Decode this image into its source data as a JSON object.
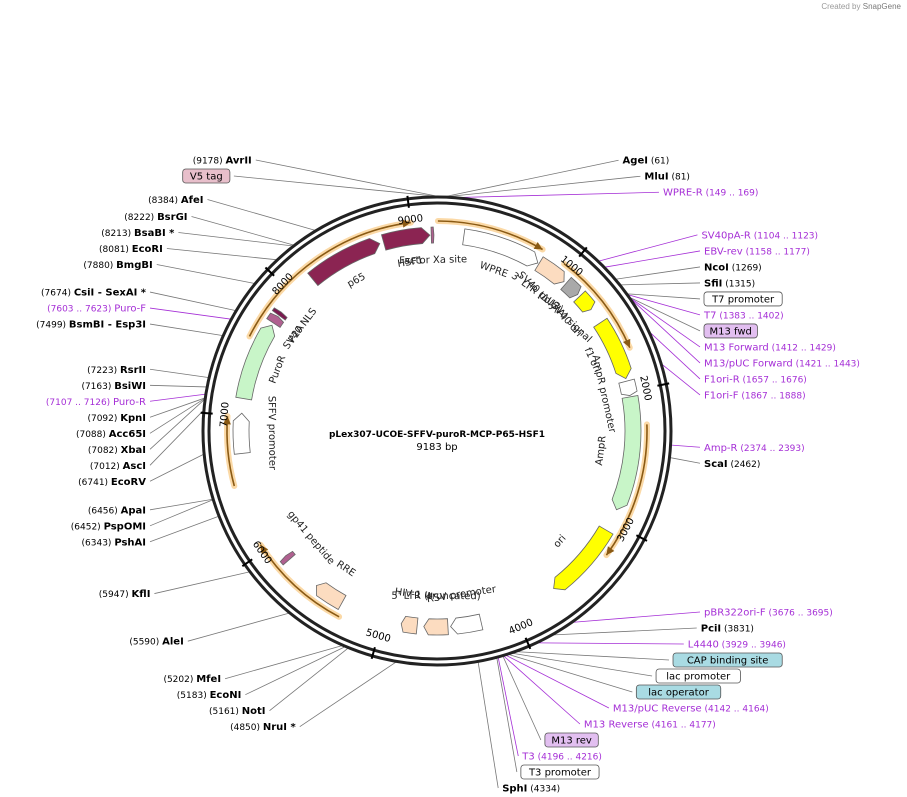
{
  "credit": {
    "prefix": "Created by",
    "brand": "SnapGene"
  },
  "plasmid": {
    "name": "pLex307-UCOE-SFFV-puroR-MCP-P65-HSF1",
    "size_label": "9183 bp",
    "length": 9183
  },
  "ticks": [
    {
      "label": "1000",
      "pos": 1000
    },
    {
      "label": "2000",
      "pos": 2000
    },
    {
      "label": "3000",
      "pos": 3000
    },
    {
      "label": "4000",
      "pos": 4000
    },
    {
      "label": "5000",
      "pos": 5000
    },
    {
      "label": "6000",
      "pos": 6000
    },
    {
      "label": "7000",
      "pos": 7000
    },
    {
      "label": "8000",
      "pos": 8000
    },
    {
      "label": "9000",
      "pos": 9000
    }
  ],
  "enzymes": [
    {
      "name": "AgeI",
      "pos_label": "(61)",
      "pos": 61
    },
    {
      "name": "MluI",
      "pos_label": "(81)",
      "pos": 81
    },
    {
      "name": "NcoI",
      "pos_label": "(1269)",
      "pos": 1269
    },
    {
      "name": "SfiI",
      "pos_label": "(1315)",
      "pos": 1315
    },
    {
      "name": "ScaI",
      "pos_label": "(2462)",
      "pos": 2462
    },
    {
      "name": "PciI",
      "pos_label": "(3831)",
      "pos": 3831
    },
    {
      "name": "SphI",
      "pos_label": "(4334)",
      "pos": 4334
    },
    {
      "name": "NruI *",
      "pos_label": "(4850)",
      "pos": 4850
    },
    {
      "name": "NotI",
      "pos_label": "(5161)",
      "pos": 5161
    },
    {
      "name": "EcoNI",
      "pos_label": "(5183)",
      "pos": 5183
    },
    {
      "name": "MfeI",
      "pos_label": "(5202)",
      "pos": 5202
    },
    {
      "name": "AleI",
      "pos_label": "(5590)",
      "pos": 5590
    },
    {
      "name": "KflI",
      "pos_label": "(5947)",
      "pos": 5947
    },
    {
      "name": "PshAI",
      "pos_label": "(6343)",
      "pos": 6343
    },
    {
      "name": "PspOMI",
      "pos_label": "(6452)",
      "pos": 6452
    },
    {
      "name": "ApaI",
      "pos_label": "(6456)",
      "pos": 6456
    },
    {
      "name": "EcoRV",
      "pos_label": "(6741)",
      "pos": 6741
    },
    {
      "name": "AscI",
      "pos_label": "(7012)",
      "pos": 7012
    },
    {
      "name": "XbaI",
      "pos_label": "(7082)",
      "pos": 7082
    },
    {
      "name": "Acc65I",
      "pos_label": "(7088)",
      "pos": 7088
    },
    {
      "name": "KpnI",
      "pos_label": "(7092)",
      "pos": 7092
    },
    {
      "name": "BsiWI",
      "pos_label": "(7163)",
      "pos": 7163
    },
    {
      "name": "RsrII",
      "pos_label": "(7223)",
      "pos": 7223
    },
    {
      "name": "BsmBI",
      "extra": "- Esp3I",
      "pos_label": "(7499)",
      "pos": 7499
    },
    {
      "name": "CsiI",
      "extra": "- SexAI *",
      "pos_label": "(7674)",
      "pos": 7674
    },
    {
      "name": "BmgBI",
      "pos_label": "(7880)",
      "pos": 7880
    },
    {
      "name": "EcoRI",
      "pos_label": "(8081)",
      "pos": 8081
    },
    {
      "name": "BsaBI *",
      "pos_label": "(8213)",
      "pos": 8213
    },
    {
      "name": "BsrGI",
      "pos_label": "(8222)",
      "pos": 8222
    },
    {
      "name": "AfeI",
      "pos_label": "(8384)",
      "pos": 8384
    },
    {
      "name": "AvrII",
      "pos_label": "(9178)",
      "pos": 9178
    }
  ],
  "primers": [
    {
      "name": "WPRE-R",
      "range_label": "(149 .. 169)",
      "start": 149,
      "end": 169
    },
    {
      "name": "SV40pA-R",
      "range_label": "(1104 .. 1123)",
      "start": 1104,
      "end": 1123
    },
    {
      "name": "EBV-rev",
      "range_label": "(1158 .. 1177)",
      "start": 1158,
      "end": 1177
    },
    {
      "name": "T7",
      "range_label": "(1383 .. 1402)",
      "start": 1383,
      "end": 1402
    },
    {
      "name": "M13 Forward",
      "range_label": "(1412 .. 1429)",
      "start": 1412,
      "end": 1429
    },
    {
      "name": "M13/pUC Forward",
      "range_label": "(1421 .. 1443)",
      "start": 1421,
      "end": 1443
    },
    {
      "name": "F1ori-R",
      "range_label": "(1657 .. 1676)",
      "start": 1657,
      "end": 1676
    },
    {
      "name": "F1ori-F",
      "range_label": "(1867 .. 1888)",
      "start": 1867,
      "end": 1888
    },
    {
      "name": "Amp-R",
      "range_label": "(2374 .. 2393)",
      "start": 2374,
      "end": 2393
    },
    {
      "name": "pBR322ori-F",
      "range_label": "(3676 .. 3695)",
      "start": 3676,
      "end": 3695
    },
    {
      "name": "L4440",
      "range_label": "(3929 .. 3946)",
      "start": 3929,
      "end": 3946
    },
    {
      "name": "M13/pUC Reverse",
      "range_label": "(4142 .. 4164)",
      "start": 4142,
      "end": 4164
    },
    {
      "name": "M13 Reverse",
      "range_label": "(4161 .. 4177)",
      "start": 4161,
      "end": 4177
    },
    {
      "name": "T3",
      "range_label": "(4196 .. 4216)",
      "start": 4196,
      "end": 4216
    },
    {
      "name": "Puro-R",
      "range_label": "(7107 .. 7126)",
      "start": 7107,
      "end": 7126
    },
    {
      "name": "Puro-F",
      "range_label": "(7603 .. 7623)",
      "start": 7603,
      "end": 7623
    }
  ],
  "boxed_features": [
    {
      "name": "V5 tag",
      "pos": 9165,
      "color": "#e8bfcb"
    },
    {
      "name": "T7 promoter",
      "pos": 1385,
      "color": "#ffffff"
    },
    {
      "name": "M13 fwd",
      "pos": 1415,
      "color": "#e2bff0"
    },
    {
      "name": "CAP binding site",
      "pos": 4080,
      "color": "#a9dbe3"
    },
    {
      "name": "lac promoter",
      "pos": 4110,
      "color": "#ffffff"
    },
    {
      "name": "lac operator",
      "pos": 4135,
      "color": "#a9dbe3"
    },
    {
      "name": "M13 rev",
      "pos": 4175,
      "color": "#e2bff0"
    },
    {
      "name": "T3 promoter",
      "pos": 4215,
      "color": "#ffffff"
    }
  ],
  "features": [
    {
      "name": "WPRE",
      "start": 200,
      "end": 790,
      "color": "#ffffff"
    },
    {
      "name": "3' LTR (ΔU3)",
      "start": 800,
      "end": 1030,
      "color": "#fcdcc0"
    },
    {
      "name": "SV40 poly(A) signal",
      "start": 1050,
      "end": 1170,
      "color": "#a9a9a9"
    },
    {
      "name": "SV40 ori",
      "start": 1190,
      "end": 1320,
      "color": "#ffff00"
    },
    {
      "name": "f1 ori",
      "start": 1440,
      "end": 1900,
      "color": "#ffff00"
    },
    {
      "name": "AmpR promoter",
      "start": 1920,
      "end": 2030,
      "color": "#ffffff"
    },
    {
      "name": "AmpR",
      "start": 2040,
      "end": 2900,
      "color": "#c8f5c8"
    },
    {
      "name": "ori",
      "start": 3070,
      "end": 3660,
      "color": "#ffff00"
    },
    {
      "name": "RSV promoter",
      "start": 4260,
      "end": 4490,
      "color": "#ffffff"
    },
    {
      "name": "5' LTR (truncated)",
      "start": 4510,
      "end": 4690,
      "color": "#fcdcc0"
    },
    {
      "name": "HIV-1 Ψ",
      "start": 4740,
      "end": 4860,
      "color": "#fcdcc0"
    },
    {
      "name": "RRE",
      "start": 5330,
      "end": 5560,
      "color": "#fcdcc0"
    },
    {
      "name": "gp41 peptide",
      "start": 5840,
      "end": 5880,
      "color": "#b06090"
    },
    {
      "name": "SFFV promoter",
      "start": 6720,
      "end": 7020,
      "color": "#ffffff"
    },
    {
      "name": "PuroR",
      "start": 7130,
      "end": 7720,
      "color": "#c8f5c8"
    },
    {
      "name": "P2A",
      "start": 7740,
      "end": 7800,
      "color": "#b06090"
    },
    {
      "name": "SV40 NLS",
      "start": 7810,
      "end": 7840,
      "color": "#7a1a50"
    },
    {
      "name": "p65",
      "start": 8180,
      "end": 8750,
      "color": "#8b2452"
    },
    {
      "name": "HSF1",
      "start": 8780,
      "end": 9130,
      "color": "#8b2452"
    },
    {
      "name": "Factor Xa site",
      "start": 9140,
      "end": 9160,
      "color": "#b06090"
    }
  ],
  "orfs": [
    {
      "start": 6,
      "end": 770
    },
    {
      "start": 950,
      "end": 1700
    },
    {
      "start": 2250,
      "end": 3220
    },
    {
      "start": 5300,
      "end": 6050
    },
    {
      "start": 6500,
      "end": 6990
    },
    {
      "start": 7570,
      "end": 9000
    }
  ]
}
